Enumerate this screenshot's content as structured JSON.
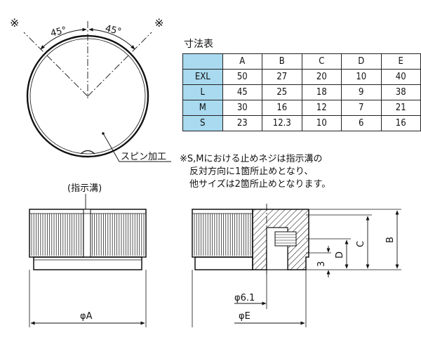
{
  "top_view": {
    "mark_left": "※",
    "mark_right": "※",
    "angle_left": "45°",
    "angle_right": "45°",
    "spin_label": "スピン加工"
  },
  "table": {
    "title": "寸法表",
    "columns": [
      "",
      "A",
      "B",
      "C",
      "D",
      "E"
    ],
    "rows": [
      {
        "size": "EXL",
        "values": [
          "50",
          "27",
          "20",
          "10",
          "40"
        ]
      },
      {
        "size": "L",
        "values": [
          "45",
          "25",
          "18",
          "9",
          "38"
        ]
      },
      {
        "size": "M",
        "values": [
          "30",
          "16",
          "12",
          "7",
          "21"
        ]
      },
      {
        "size": "S",
        "values": [
          "23",
          "12.3",
          "10",
          "6",
          "16"
        ]
      }
    ]
  },
  "note": {
    "line1": "※S,Mにおける止めネジは指示溝の",
    "line2": "反対方向に1箇所止めとなり、",
    "line3": "他サイズは2箇所止めとなります。"
  },
  "front_view": {
    "groove_label": "(指示溝)",
    "dim_a": "φA"
  },
  "section_view": {
    "dim_bore": "φ6.1",
    "dim_e": "φE",
    "dim_3": "3",
    "dim_d": "D",
    "dim_c": "C",
    "dim_b": "B"
  },
  "colors": {
    "table_header": "#a9daf0",
    "line": "#111111"
  }
}
